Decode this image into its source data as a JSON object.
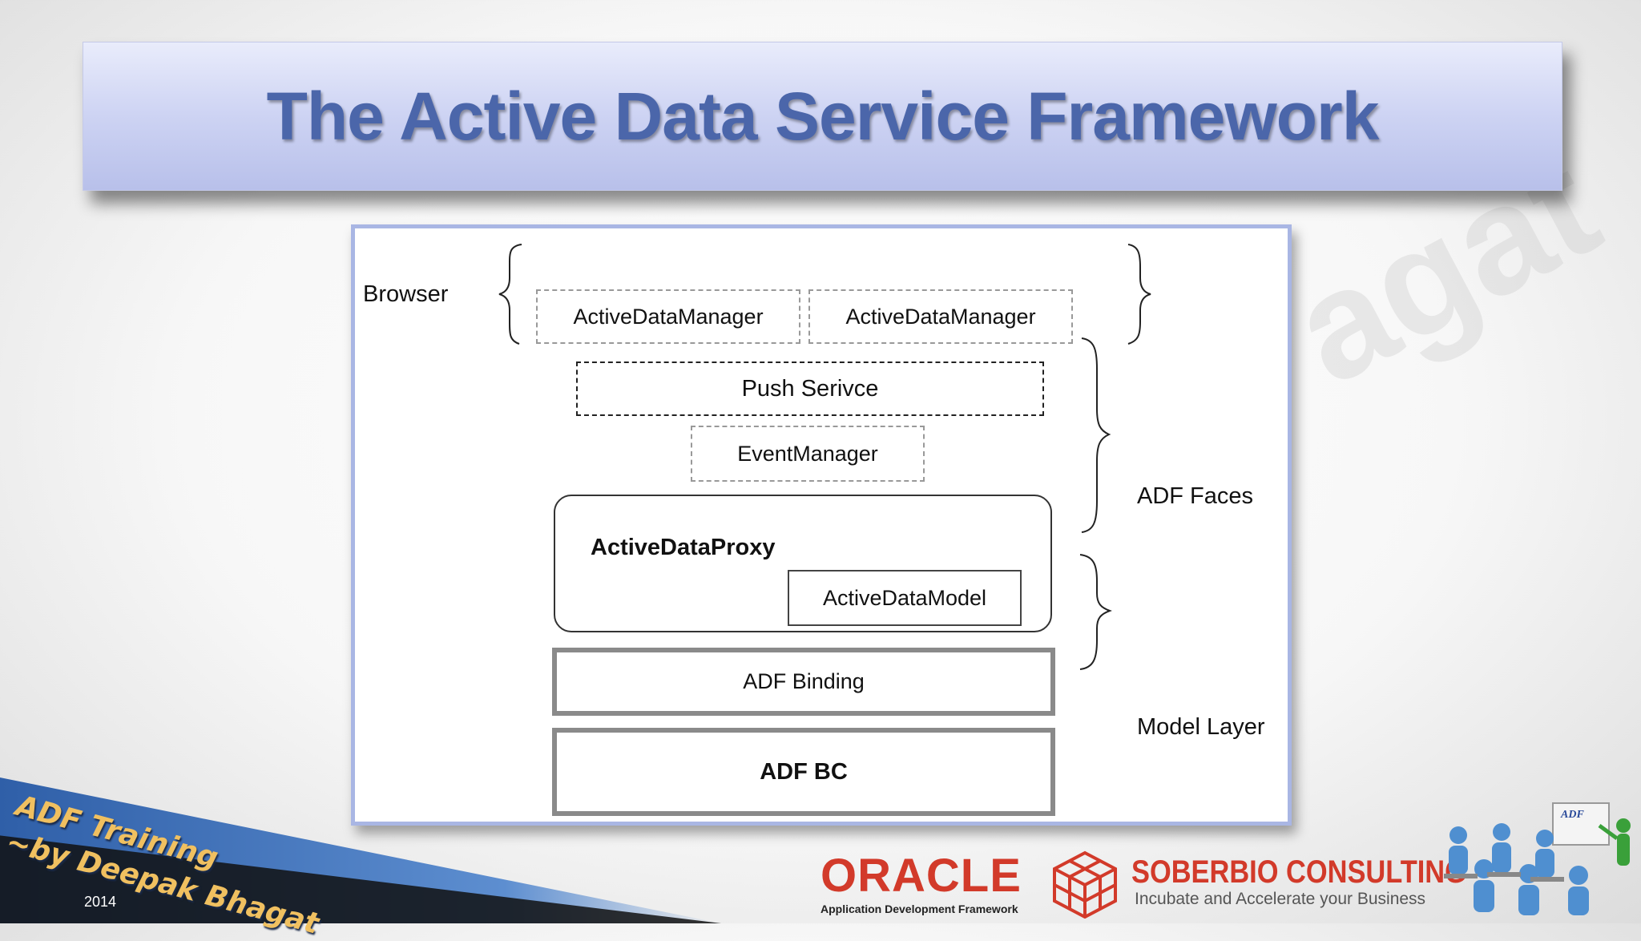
{
  "slide": {
    "title": "The Active Data Service Framework",
    "watermark": "agat"
  },
  "diagram": {
    "browser_label": "Browser",
    "adf_faces_label": "ADF Faces",
    "model_layer_label": "Model Layer",
    "active_data_manager_1": "ActiveDataManager",
    "active_data_manager_2": "ActiveDataManager",
    "push_service": "Push Serivce",
    "event_manager": "EventManager",
    "active_data_proxy": "ActiveDataProxy",
    "active_data_model": "ActiveDataModel",
    "adf_binding": "ADF Binding",
    "adf_bc": "ADF BC"
  },
  "footer": {
    "banner_line1": "ADF Training",
    "banner_line2": "~by Deepak Bhagat",
    "year": "2014",
    "oracle_word": "ORACLE",
    "oracle_sub": "Application Development Framework",
    "sob_name": "SOBERBIO CONSULTING",
    "sob_tagline": "Incubate and Accelerate your Business",
    "adf_sign": "ADF"
  },
  "colors": {
    "title": "#4b66aa",
    "title_band": "#cdd3f3",
    "frame_border": "#a9b6e4",
    "oracle_red": "#d23a2a",
    "banner_text": "#f0c060"
  }
}
